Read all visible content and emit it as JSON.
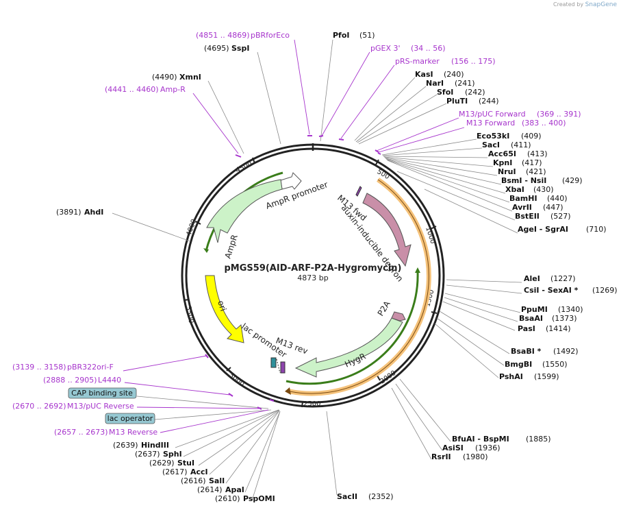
{
  "header": {
    "created_by": "Created by",
    "brand": "SnapGene"
  },
  "plasmid": {
    "name": "pMGS59(AID-ARF-P2A-Hygromycin)",
    "length": "4873 bp"
  },
  "ticks": [
    "500",
    "1000",
    "1500",
    "2000",
    "2500",
    "3000",
    "3500",
    "4000",
    "4500"
  ],
  "features": [
    {
      "name": "AmpR promoter"
    },
    {
      "name": "AmpR"
    },
    {
      "name": "ori"
    },
    {
      "name": "lac promoter"
    },
    {
      "name": "M13 rev"
    },
    {
      "name": "M13 fwd"
    },
    {
      "name": "auxin-inducible degron"
    },
    {
      "name": "P2A"
    },
    {
      "name": "HygR"
    }
  ],
  "enzymes": [
    {
      "name": "PfoI",
      "pos": "(51)"
    },
    {
      "name": "SspI",
      "pos": "(4695)"
    },
    {
      "name": "XmnI",
      "pos": "(4490)"
    },
    {
      "name": "KasI",
      "pos": "(240)"
    },
    {
      "name": "NarI",
      "pos": "(241)"
    },
    {
      "name": "SfoI",
      "pos": "(242)"
    },
    {
      "name": "PluTI",
      "pos": "(244)"
    },
    {
      "name": "Eco53kI",
      "pos": "(409)"
    },
    {
      "name": "SacI",
      "pos": "(411)"
    },
    {
      "name": "Acc65I",
      "pos": "(413)"
    },
    {
      "name": "KpnI",
      "pos": "(417)"
    },
    {
      "name": "NruI",
      "pos": "(421)"
    },
    {
      "name": "BsmI - NsiI",
      "pos": "(429)"
    },
    {
      "name": "XbaI",
      "pos": "(430)"
    },
    {
      "name": "BamHI",
      "pos": "(440)"
    },
    {
      "name": "AvrII",
      "pos": "(447)"
    },
    {
      "name": "BstEII",
      "pos": "(527)"
    },
    {
      "name": "AgeI - SgrAI",
      "pos": "(710)"
    },
    {
      "name": "AhdI",
      "pos": "(3891)"
    },
    {
      "name": "AleI",
      "pos": "(1227)"
    },
    {
      "name": "CsiI - SexAI *",
      "pos": "(1269)"
    },
    {
      "name": "PpuMI",
      "pos": "(1340)"
    },
    {
      "name": "BsaAI",
      "pos": "(1373)"
    },
    {
      "name": "PasI",
      "pos": "(1414)"
    },
    {
      "name": "BsaBI *",
      "pos": "(1492)"
    },
    {
      "name": "BmgBI",
      "pos": "(1550)"
    },
    {
      "name": "PshAI",
      "pos": "(1599)"
    },
    {
      "name": "BfuAI - BspMI",
      "pos": "(1885)"
    },
    {
      "name": "AsiSI",
      "pos": "(1936)"
    },
    {
      "name": "RsrII",
      "pos": "(1980)"
    },
    {
      "name": "HindIII",
      "pos": "(2639)"
    },
    {
      "name": "SphI",
      "pos": "(2637)"
    },
    {
      "name": "StuI",
      "pos": "(2629)"
    },
    {
      "name": "AccI",
      "pos": "(2617)"
    },
    {
      "name": "SalI",
      "pos": "(2616)"
    },
    {
      "name": "ApaI",
      "pos": "(2614)"
    },
    {
      "name": "PspOMI",
      "pos": "(2610)"
    },
    {
      "name": "SacII",
      "pos": "(2352)"
    }
  ],
  "primers": [
    {
      "name": "pBRforEco",
      "range": "(4851 .. 4869)"
    },
    {
      "name": "pGEX 3'",
      "range": "(34 .. 56)"
    },
    {
      "name": "pRS-marker",
      "range": "(156 .. 175)"
    },
    {
      "name": "Amp-R",
      "range": "(4441 .. 4460)"
    },
    {
      "name": "M13/pUC Forward",
      "range": "(369 .. 391)"
    },
    {
      "name": "M13 Forward",
      "range": "(383 .. 400)"
    },
    {
      "name": "pBR322ori-F",
      "range": "(3139 .. 3158)"
    },
    {
      "name": "L4440",
      "range": "(2888 .. 2905)"
    },
    {
      "name": "M13/pUC Reverse",
      "range": "(2670 .. 2692)"
    },
    {
      "name": "M13 Reverse",
      "range": "(2657 .. 2673)"
    }
  ],
  "boxed_features": [
    {
      "name": "CAP binding site"
    },
    {
      "name": "lac operator"
    }
  ],
  "colors": {
    "primer": "#a633cc",
    "ampr_fill": "#ccf2c8",
    "ori_fill": "#ffff00",
    "degron_fill": "#c98fa8",
    "orange_band": "#f5c27a",
    "box_fill": "#96c8d2"
  }
}
